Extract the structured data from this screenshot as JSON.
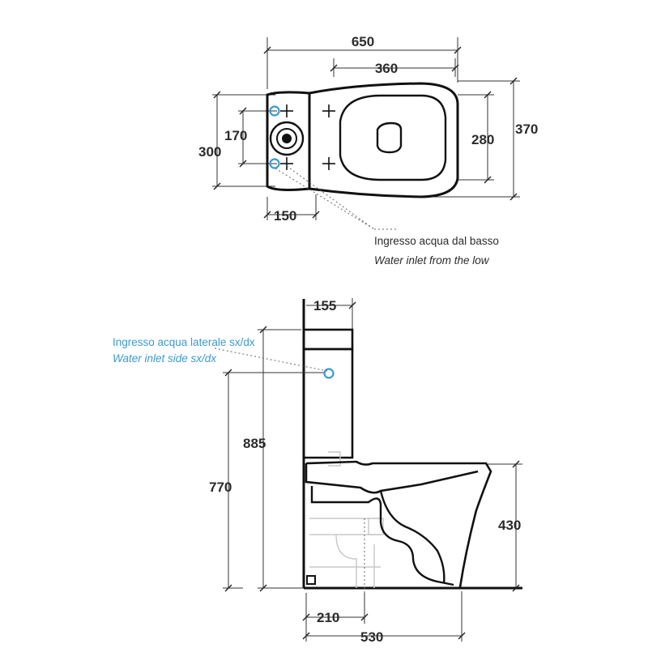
{
  "top_view": {
    "dimensions": {
      "overall_length": "650",
      "bowl_length": "360",
      "overall_width": "370",
      "bowl_width": "280",
      "fixing_width": "300",
      "inlet_spacing": "170",
      "inlet_offset": "150"
    },
    "inlet_note": {
      "line1": "Ingresso acqua dal basso",
      "line2": "Water inlet from the low"
    }
  },
  "side_view": {
    "dimensions": {
      "cistern_depth": "155",
      "total_height": "885",
      "inlet_height": "770",
      "bowl_height": "430",
      "drain_offset": "210",
      "total_depth": "530"
    },
    "inlet_note": {
      "line1": "Ingresso acqua laterale sx/dx",
      "line2": "Water inlet side sx/dx"
    }
  },
  "colors": {
    "outline": "#111111",
    "dimension": "#2b2b2b",
    "accent": "#3b9ad0"
  }
}
